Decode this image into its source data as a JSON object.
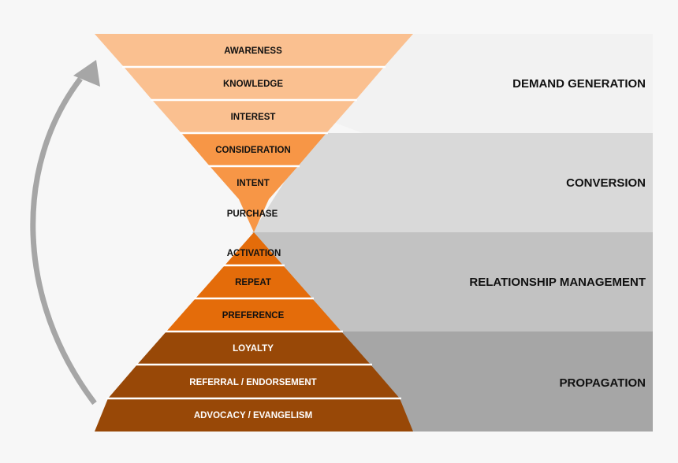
{
  "stages": [
    {
      "label": "DEMAND GENERATION",
      "color": "#f2f2f2"
    },
    {
      "label": "CONVERSION",
      "color": "#d9d9d9"
    },
    {
      "label": "RELATIONSHIP MANAGEMENT",
      "color": "#c2c2c2"
    },
    {
      "label": "PROPAGATION",
      "color": "#a6a6a6"
    }
  ],
  "levels": [
    {
      "label": "AWARENESS",
      "fill": "#fac090",
      "text_color": "#111111"
    },
    {
      "label": "KNOWLEDGE",
      "fill": "#fac090",
      "text_color": "#111111"
    },
    {
      "label": "INTEREST",
      "fill": "#fac090",
      "text_color": "#111111"
    },
    {
      "label": "CONSIDERATION",
      "fill": "#f79646",
      "text_color": "#111111"
    },
    {
      "label": "INTENT",
      "fill": "#f79646",
      "text_color": "#111111"
    },
    {
      "label": "PURCHASE",
      "fill": "#f79646",
      "text_color": "#111111"
    },
    {
      "label": "ACTIVATION",
      "fill": "#e46c0a",
      "text_color": "#111111"
    },
    {
      "label": "REPEAT",
      "fill": "#e46c0a",
      "text_color": "#111111"
    },
    {
      "label": "PREFERENCE",
      "fill": "#e46c0a",
      "text_color": "#111111"
    },
    {
      "label": "LOYALTY",
      "fill": "#984807",
      "text_color": "#ffffff"
    },
    {
      "label": "REFERRAL / ENDORSEMENT",
      "fill": "#984807",
      "text_color": "#ffffff"
    },
    {
      "label": "ADVOCACY / EVANGELISM",
      "fill": "#984807",
      "text_color": "#ffffff"
    }
  ],
  "arrow_color": "#a6a6a6"
}
